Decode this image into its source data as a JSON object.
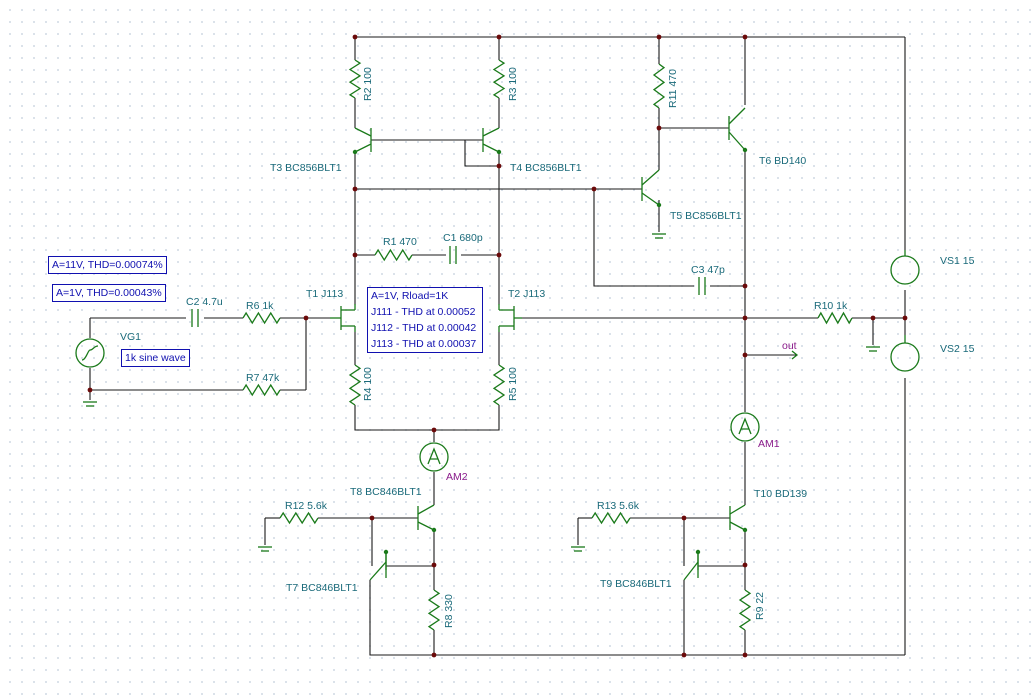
{
  "annotations": {
    "thd_11v": "A=11V, THD=0.00074%",
    "thd_1v": "A=1V, THD=0.00043%",
    "source": "1k sine wave",
    "results": [
      "A=1V, Rload=1K",
      "J111 - THD at 0.00052",
      "J112 - THD at 0.00042",
      "J113 - THD at 0.00037"
    ]
  },
  "components": {
    "r2": "R2 100",
    "r3": "R3 100",
    "r11": "R11 470",
    "t3": "T3 BC856BLT1",
    "t4": "T4 BC856BLT1",
    "t5": "T5 BC856BLT1",
    "t6": "T6 BD140",
    "r1": "R1 470",
    "c1": "C1 680p",
    "c3": "C3 47p",
    "t1": "T1 J113",
    "t2": "T2 J113",
    "c2": "C2 4.7u",
    "r6": "R6 1k",
    "r7": "R7 47k",
    "vg1": "VG1",
    "r4": "R4 100",
    "r5": "R5 100",
    "r10": "R10 1k",
    "out": "out",
    "vs1": "VS1 15",
    "vs2": "VS2 15",
    "am1": "AM1",
    "am2": "AM2",
    "t8": "T8 BC846BLT1",
    "r12": "R12 5.6k",
    "t7": "T7 BC846BLT1",
    "r8": "R8 330",
    "t10": "T10 BD139",
    "r13": "R13 5.6k",
    "t9": "T9 BC846BLT1",
    "r9": "R9 22"
  },
  "colors": {
    "wire": "#1a1a1a",
    "component": "#1a7a1a",
    "label": "#1a6a7a",
    "meter_label": "#8a1a8a",
    "annotation": "#1010b0",
    "node": "#6b0a0a"
  }
}
